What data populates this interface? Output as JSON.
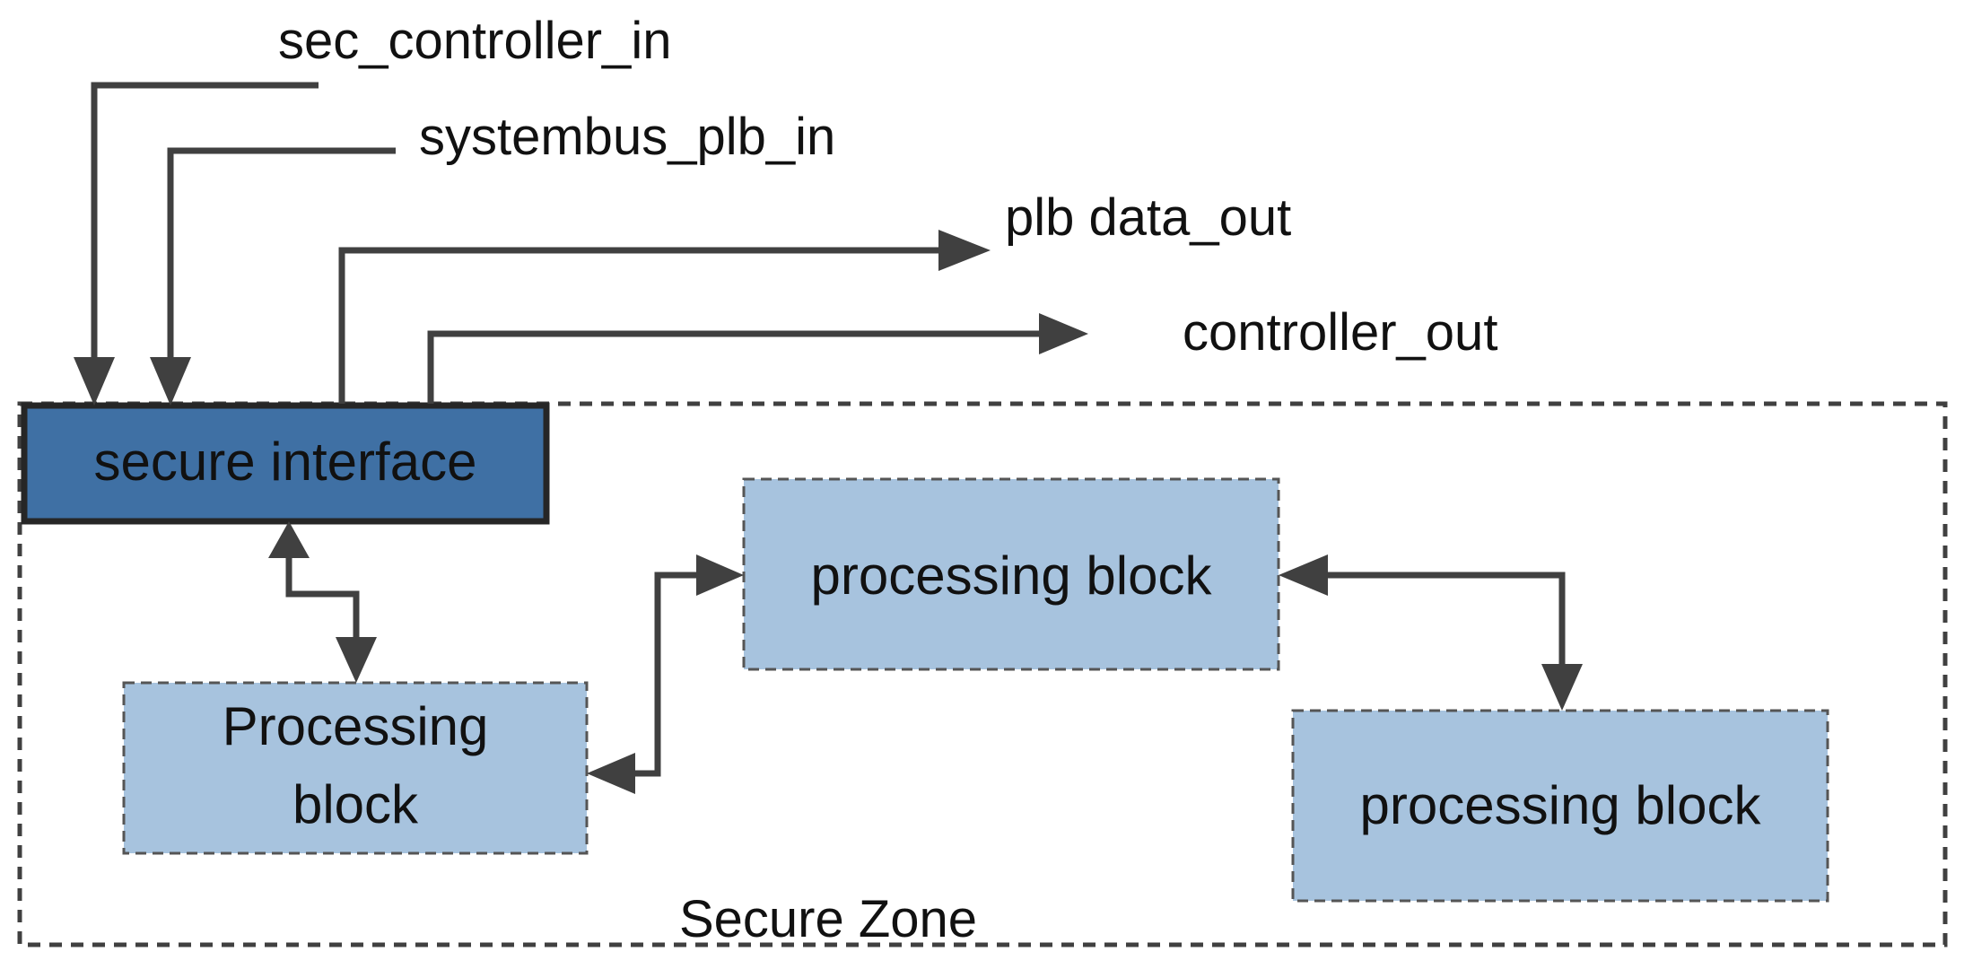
{
  "signals": {
    "sec_controller_in": "sec_controller_in",
    "systembus_plb_in": "systembus_plb_in",
    "plb_data_out": "plb data_out",
    "controller_out": "controller_out"
  },
  "zone": {
    "label": "Secure Zone"
  },
  "blocks": {
    "secure_interface": "secure interface",
    "processing_left_line1": "Processing",
    "processing_left_line2": "block",
    "processing_center": "processing block",
    "processing_right": "processing block"
  },
  "colors": {
    "secure_interface_fill": "#3f70a4",
    "processing_fill": "#a7c3de",
    "line": "#404040",
    "text": "#111111"
  }
}
